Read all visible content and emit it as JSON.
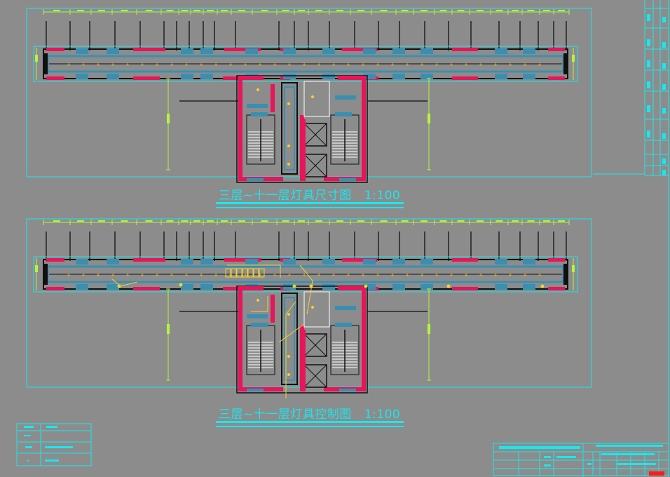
{
  "drawing": {
    "plans": [
      {
        "title": "三层~十一层灯具尺寸图",
        "scale": "1:100",
        "variant": "dimension"
      },
      {
        "title": "三层~十一层灯具控制图",
        "scale": "1:100",
        "variant": "control"
      }
    ]
  },
  "colors": {
    "background": "#8c8c8c",
    "frame": "#17e8f0",
    "wall": "#e8155a",
    "window": "#3a8fb0",
    "dim": "#b6f53a",
    "light": "#f7d12a",
    "dark": "#101010",
    "white": "#ffffff",
    "red": "#ff1a1a"
  }
}
